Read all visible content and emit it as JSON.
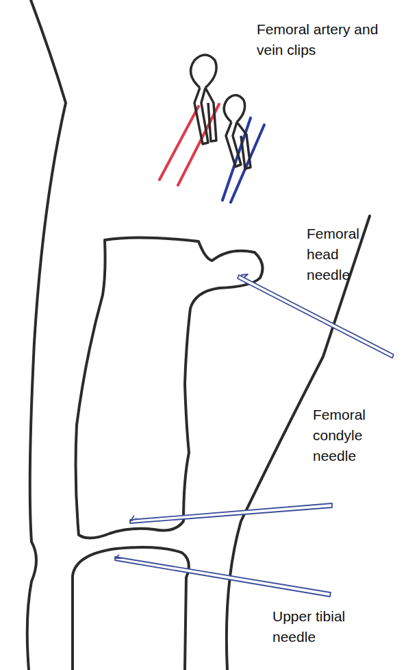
{
  "diagram": {
    "labels": [
      "Femoral artery and vein clips",
      "Femoral head needle",
      "Femoral condyle needle",
      "Upper tibial needle"
    ]
  }
}
